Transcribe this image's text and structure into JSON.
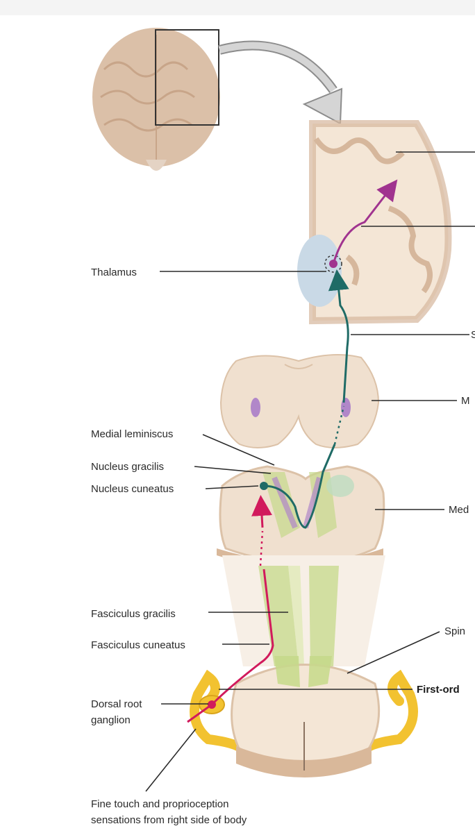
{
  "labels": {
    "thalamus": "Thalamus",
    "medial_lemniscus": "Medial leminiscus",
    "nucleus_gracilis": "Nucleus gracilis",
    "nucleus_cuneatus": "Nucleus cuneatus",
    "fasciculus_gracilis": "Fasciculus gracilis",
    "fasciculus_cuneatus": "Fasciculus cuneatus",
    "dorsal_root_ganglion_line1": "Dorsal root",
    "dorsal_root_ganglion_line2": "ganglion",
    "sensation_line1": "Fine touch and proprioception",
    "sensation_line2": "sensations from right side of body",
    "right_midbrain_cut": "M",
    "right_medulla_cut": "Med",
    "right_spinal_cut": "Spin",
    "right_first_order_cut": "First-ord",
    "right_tract_cut": "S"
  },
  "colors": {
    "brain_tissue": "#e6cfb8",
    "white_matter": "#f4e6d6",
    "thalamus_blue": "#c9d9e6",
    "third_order_magenta": "#a0338f",
    "second_order_teal": "#1f6b66",
    "first_order_red": "#d11a5c",
    "fasciculus_green": "#c5d98a",
    "ganglion_yellow": "#f2c230"
  }
}
